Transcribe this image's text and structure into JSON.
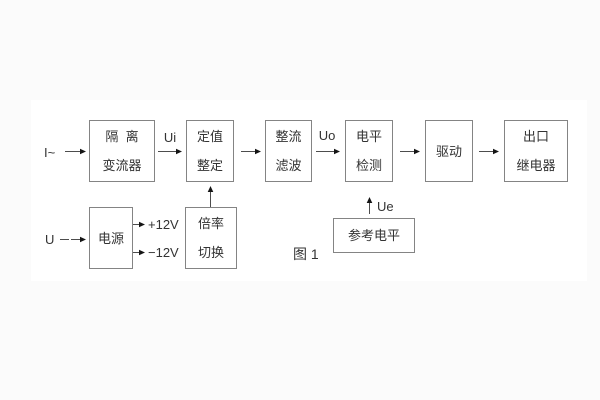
{
  "figure": {
    "caption": "图 1",
    "blocks": {
      "isolation": {
        "lines": [
          "隔  离",
          "变流器"
        ]
      },
      "setting": {
        "lines": [
          "定值",
          "整定"
        ]
      },
      "rectifier_filter": {
        "lines": [
          "整流",
          "滤波"
        ]
      },
      "level_detect": {
        "lines": [
          "电平",
          "检测"
        ]
      },
      "drive": {
        "lines": [
          "驱动"
        ]
      },
      "output_relay": {
        "lines": [
          "出口",
          "继电器"
        ]
      },
      "power": {
        "lines": [
          "电源"
        ]
      },
      "ratio_switch": {
        "lines": [
          "倍率",
          "切换"
        ]
      },
      "reference_level": {
        "lines": [
          "参考电平"
        ]
      }
    },
    "signal_labels": {
      "input_current": "I~",
      "input_voltage": "U",
      "ui": "Ui",
      "uo": "Uo",
      "ue": "Ue",
      "plus_12v": "+12V",
      "minus_12v": "−12V"
    },
    "colors": {
      "canvas_bg": "#fbfbfb",
      "panel_bg": "#ffffff",
      "box_border": "#848484",
      "text": "#333333",
      "line": "#4d4d4d",
      "arrowhead": "#151515"
    }
  }
}
